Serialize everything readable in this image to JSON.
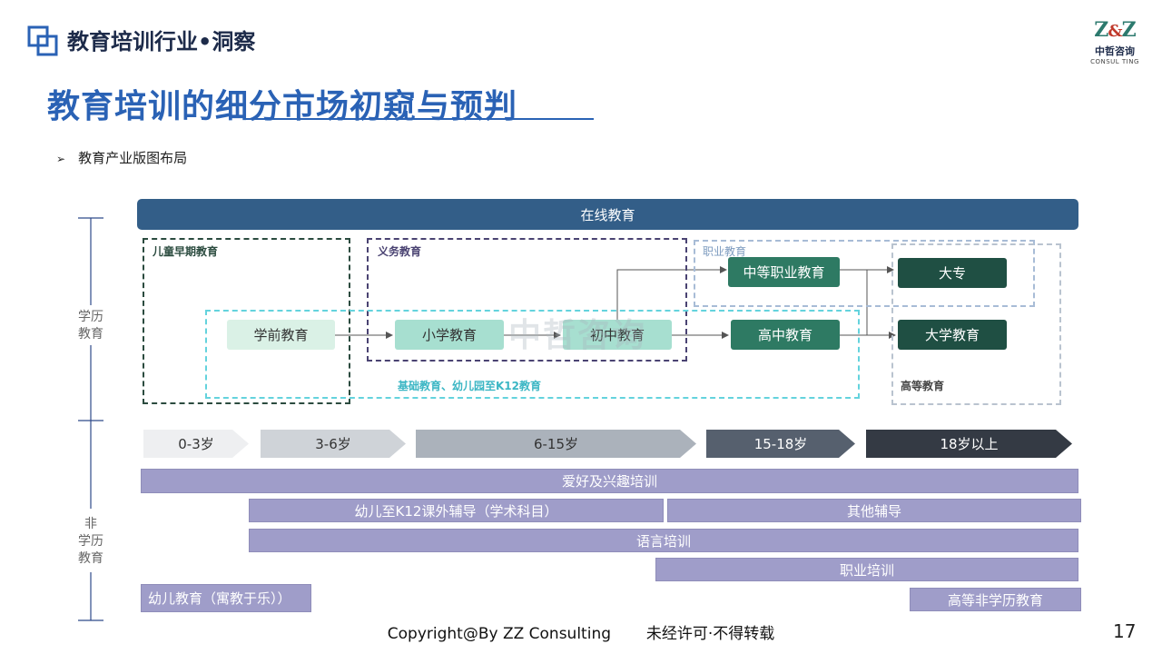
{
  "header": {
    "title": "教育培训行业•洞察"
  },
  "brand": {
    "mark_left": "Z",
    "mark_amp": "&",
    "mark_right": "Z",
    "name_cn": "中哲咨询",
    "name_en": "CONSUL TING"
  },
  "main_title": "教育培训的细分市场初窥与预判",
  "bullet": {
    "arrow": "➢",
    "text": "教育产业版图布局"
  },
  "side_labels": {
    "academic": "学历\n教育",
    "non_academic": "非\n学历\n教育"
  },
  "online_bar": "在线教育",
  "groups": {
    "early": "儿童早期教育",
    "compulsory": "义务教育",
    "vocational": "职业教育",
    "k12": "基础教育、幼儿园至K12教育",
    "higher": "高等教育"
  },
  "nodes": {
    "preschool": "学前教育",
    "primary": "小学教育",
    "junior": "初中教育",
    "senior": "高中教育",
    "secondary_vocational": "中等职业教育",
    "college": "大专",
    "university": "大学教育"
  },
  "watermark": "中哲咨询",
  "ages": [
    "0-3岁",
    "3-6岁",
    "6-15岁",
    "15-18岁",
    "18岁以上"
  ],
  "bars": {
    "hobby": "爱好及兴趣培训",
    "k12_tutoring": "幼儿至K12课外辅导（学术科目）",
    "other_tutoring": "其他辅导",
    "language": "语言培训",
    "vocational_training": "职业培训",
    "early_edu": "幼儿教育（寓教于乐））",
    "higher_non_academic": "高等非学历教育"
  },
  "footer": {
    "copyright": "Copyright@By ZZ Consulting",
    "notice": "未经许可·不得转载"
  },
  "page_number": "17"
}
